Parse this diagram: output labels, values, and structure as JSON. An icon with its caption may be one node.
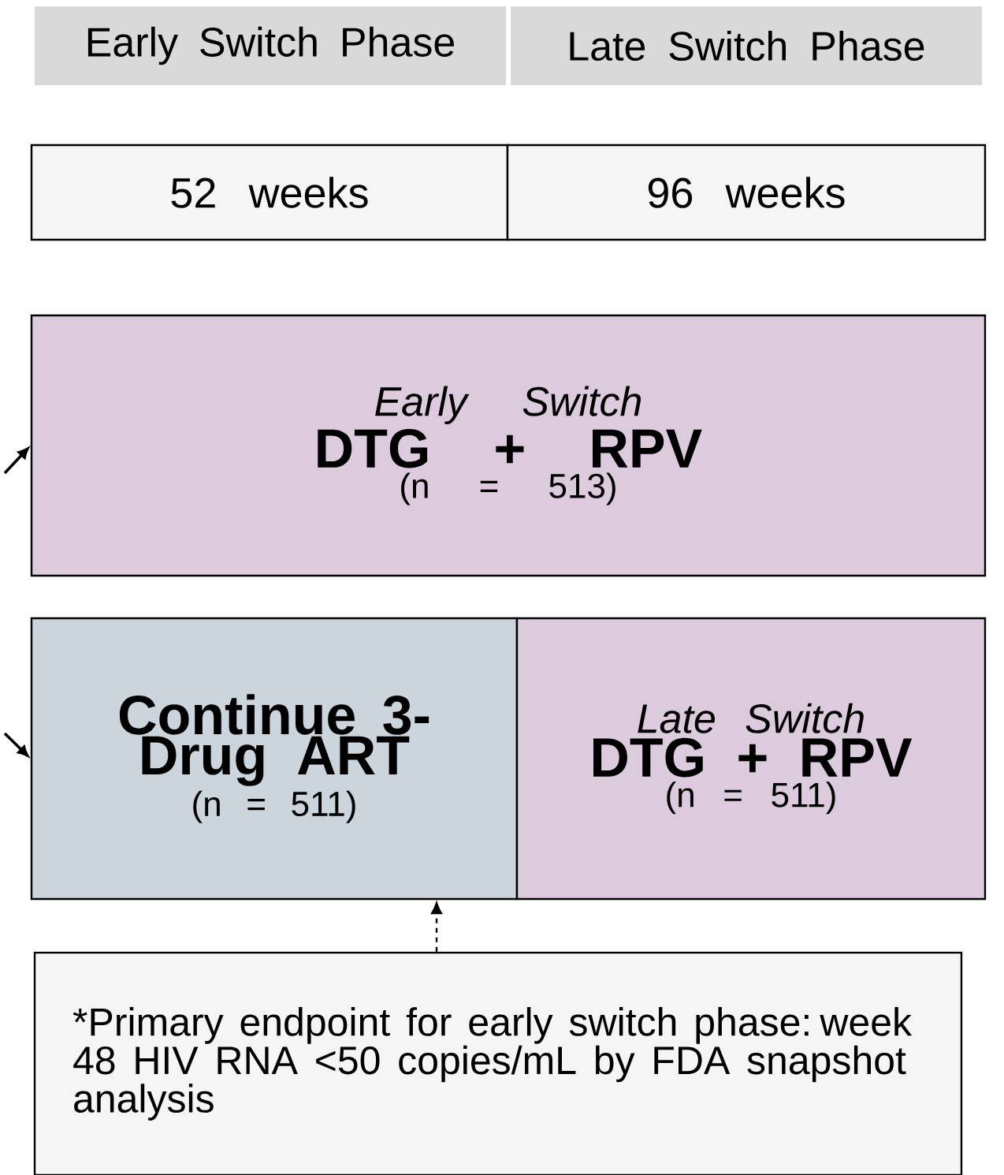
{
  "diagram": {
    "nodes": [
      {
        "text": [
          "Early Switch Phase"
        ]
      },
      {
        "text": [
          "Late Switch Phase"
        ]
      },
      {
        "text": [
          "52 weeks"
        ]
      },
      {
        "text": [
          "96 weeks"
        ]
      },
      {
        "text": [
          "Early Switch",
          "DTG + RPV",
          "(n = 513)"
        ]
      },
      {
        "text": [
          "Continue 3-Drug ART",
          "(n = 511)"
        ]
      },
      {
        "text": [
          "Late Switch",
          "DTG + RPV",
          "(n = 511)"
        ]
      },
      {
        "text": [
          "*Primary endpoint for early switch phase: week 48 HIV RNA <50 copies/mL by FDA snapshot analysis"
        ]
      }
    ],
    "edges": [
      {
        "from": null,
        "to": 4,
        "arrow": "to"
      },
      {
        "from": null,
        "to": 5,
        "arrow": "to"
      },
      {
        "from": 7,
        "to": 5,
        "arrow": "to",
        "style": "dashed"
      }
    ]
  }
}
